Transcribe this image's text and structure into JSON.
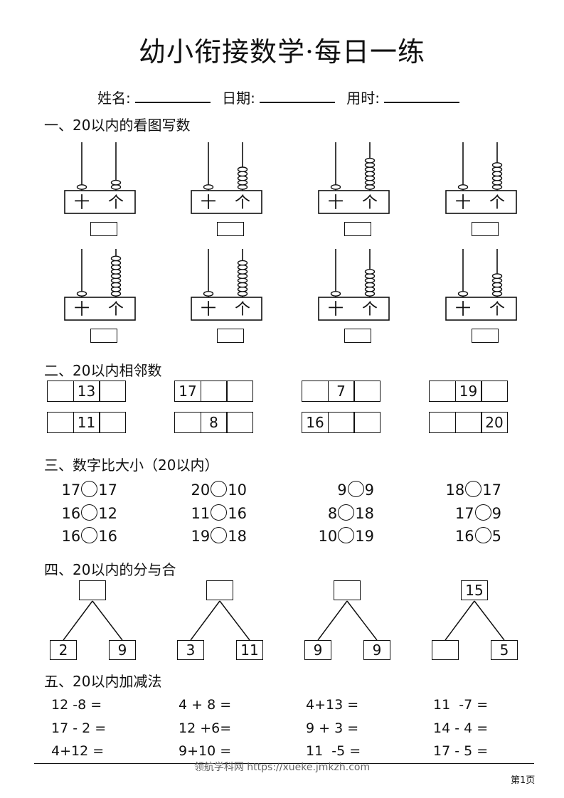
{
  "title": "幼小衔接数学·每日一练",
  "info": {
    "name_label": "姓名:",
    "date_label": "日期:",
    "time_label": "用时:"
  },
  "sections": {
    "s1": "一、20以内的看图写数",
    "s2": "二、20以内相邻数",
    "s3": "三、数字比大小（20以内）",
    "s4": "四、20以内的分与合",
    "s5": "五、20以内加减法"
  },
  "abacus": {
    "ten_label": "十",
    "one_label": "个",
    "row1": [
      {
        "tens": 1,
        "ones": 2
      },
      {
        "tens": 1,
        "ones": 5
      },
      {
        "tens": 1,
        "ones": 7
      },
      {
        "tens": 1,
        "ones": 6
      }
    ],
    "row2": [
      {
        "tens": 1,
        "ones": 9
      },
      {
        "tens": 1,
        "ones": 8
      },
      {
        "tens": 1,
        "ones": 6
      },
      {
        "tens": 1,
        "ones": 5
      }
    ]
  },
  "neighbors": {
    "row1": [
      [
        "",
        "13",
        ""
      ],
      [
        "17",
        "",
        ""
      ],
      [
        "",
        "7",
        ""
      ],
      [
        "",
        "19",
        ""
      ]
    ],
    "row2": [
      [
        "",
        "11",
        ""
      ],
      [
        "",
        "8",
        ""
      ],
      [
        "16",
        "",
        ""
      ],
      [
        "",
        "",
        "20"
      ]
    ]
  },
  "compare": [
    [
      [
        "17",
        "17"
      ],
      [
        "16",
        "12"
      ],
      [
        "16",
        "16"
      ]
    ],
    [
      [
        "20",
        "10"
      ],
      [
        "11",
        "16"
      ],
      [
        "19",
        "18"
      ]
    ],
    [
      [
        "9",
        "9"
      ],
      [
        "8",
        "18"
      ],
      [
        "10",
        "19"
      ]
    ],
    [
      [
        "18",
        "17"
      ],
      [
        "17",
        "9"
      ],
      [
        "16",
        "5"
      ]
    ]
  ],
  "split": [
    {
      "top": "",
      "left": "2",
      "right": "9"
    },
    {
      "top": "",
      "left": "3",
      "right": "11"
    },
    {
      "top": "",
      "left": "9",
      "right": "9"
    },
    {
      "top": "15",
      "left": "",
      "right": "5"
    }
  ],
  "equations": [
    [
      "12 -8 =",
      "17 - 2 =",
      "4+12 ="
    ],
    [
      "4 + 8 =",
      "12 +6=",
      "9+10 ="
    ],
    [
      "4+13 =",
      "9 + 3 =",
      "11  -5 ="
    ],
    [
      "11  -7 =",
      "14 - 4 =",
      "17 - 5 ="
    ]
  ],
  "footer": "领航学科网 https://xueke.jmkzh.com",
  "page_no": "第1页"
}
